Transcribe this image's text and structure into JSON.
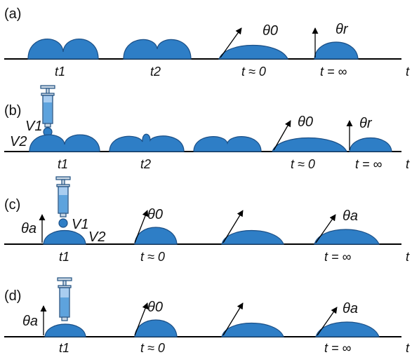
{
  "panels": [
    {
      "id": "a",
      "label": "(a)",
      "times": [
        "t1",
        "t2",
        "t ≈ 0",
        "t = ∞",
        "t"
      ],
      "angles": [
        "θ0",
        "θr"
      ]
    },
    {
      "id": "b",
      "label": "(b)",
      "times": [
        "t1",
        "t2",
        "t ≈ 0",
        "t = ∞",
        "t"
      ],
      "angles": [
        "θ0",
        "θr"
      ],
      "volumes": [
        "V1",
        "V2"
      ]
    },
    {
      "id": "c",
      "label": "(c)",
      "times": [
        "t1",
        "t ≈ 0",
        "t = ∞",
        "t"
      ],
      "angles": [
        "θa",
        "θ0",
        "θa"
      ],
      "volumes": [
        "V1",
        "V2"
      ]
    },
    {
      "id": "d",
      "label": "(d)",
      "times": [
        "t1",
        "t ≈ 0",
        "t = ∞",
        "t"
      ],
      "angles": [
        "θa",
        "θ0",
        "θa"
      ]
    }
  ],
  "colors": {
    "droplet": "#2e7ec6",
    "droplet_edge": "#1b4f86",
    "syringe": "#a9cdf0",
    "line": "#000000"
  }
}
